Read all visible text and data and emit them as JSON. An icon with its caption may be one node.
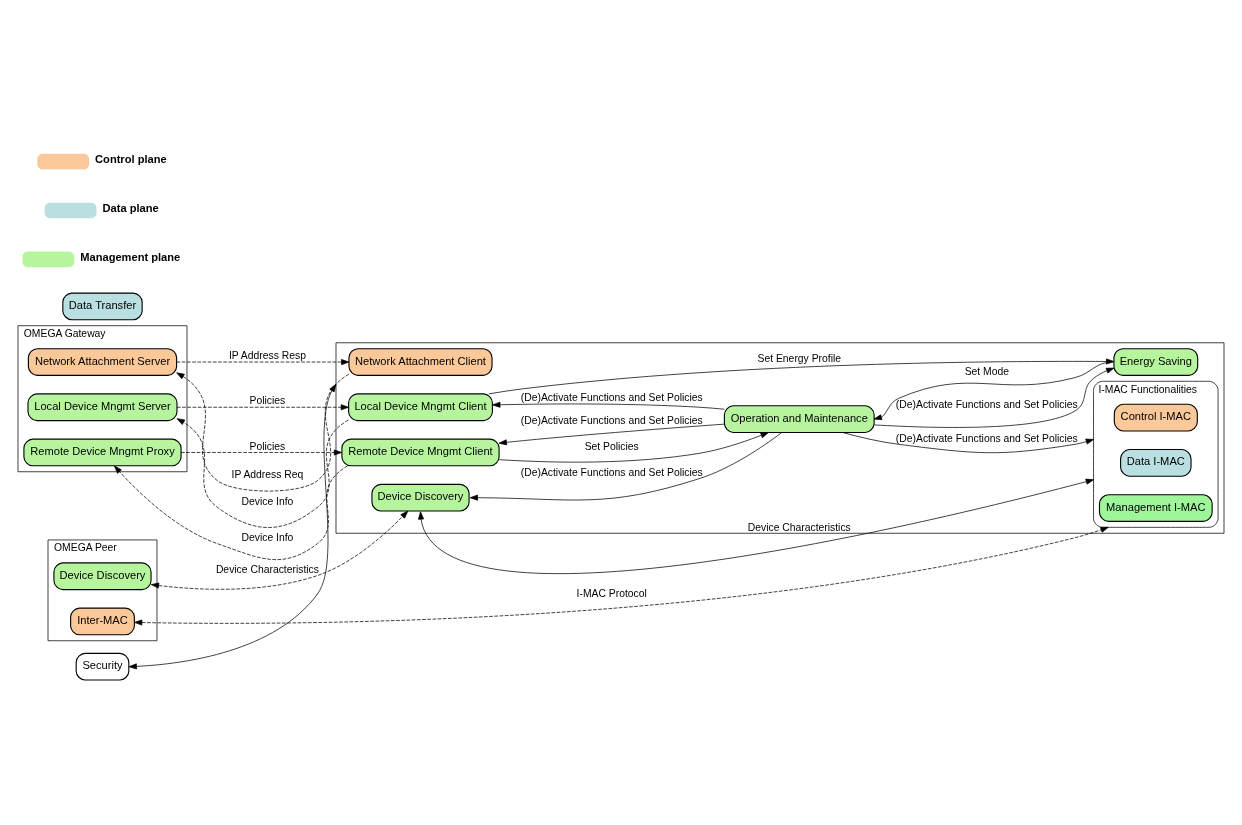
{
  "diagram": {
    "nodes": [
      {
        "text": [
          "OMEGA Gateway"
        ]
      },
      {
        "text": [
          "Network Attachment Server"
        ],
        "in": 0
      },
      {
        "text": [
          "Local Device Mngmt Server"
        ],
        "in": 0
      },
      {
        "text": [
          "Remote Device Mngmt Proxy"
        ],
        "in": 0
      },
      {
        "text": [
          "OMEGA Peer"
        ]
      },
      {
        "text": [
          "Device Discovery"
        ],
        "in": 4
      },
      {
        "text": [
          "Inter-MAC"
        ],
        "in": 4
      },
      {
        "text": [
          "Security"
        ]
      },
      {
        "text": [
          "Data Transfer"
        ]
      },
      {
        "text": [],
        "shape": "box"
      },
      {
        "text": [
          "Network Attachment Client"
        ],
        "in": 9
      },
      {
        "text": [
          "Local Device Mngmt Client"
        ],
        "in": 9
      },
      {
        "text": [
          "Energy Saving"
        ],
        "in": 9
      },
      {
        "text": [
          "Remote Device Mngmt Client"
        ],
        "in": 9
      },
      {
        "text": [
          "Operation and Maintenance"
        ],
        "in": 9
      },
      {
        "text": [
          "Device Discovery"
        ],
        "in": 9
      },
      {
        "text": [
          "I-MAC Functionalities"
        ],
        "in": 9
      },
      {
        "text": [
          "Control I-MAC"
        ],
        "in": 16
      },
      {
        "text": [
          "Data I-MAC"
        ],
        "in": 16
      },
      {
        "text": [
          "Management I-MAC"
        ],
        "in": 16
      }
    ],
    "edges": [
      {
        "from": 10,
        "to": 1,
        "arrow": "to",
        "label": "IP Address Req",
        "style": "dashed"
      },
      {
        "from": 1,
        "to": 10,
        "arrow": "to",
        "label": "IP Address Resp",
        "style": "dashed"
      },
      {
        "from": 2,
        "to": 11,
        "arrow": "to",
        "label": "Policies",
        "style": "dashed"
      },
      {
        "from": 11,
        "to": 2,
        "arrow": "to",
        "label": "Device Info",
        "style": "dashed"
      },
      {
        "from": 3,
        "to": 13,
        "arrow": "to",
        "label": "Policies",
        "style": "dashed"
      },
      {
        "from": 13,
        "to": 3,
        "arrow": "to",
        "label": "Device Info",
        "style": "dashed"
      },
      {
        "from": 11,
        "to": 12,
        "arrow": "to",
        "label": "Set Energy Profile"
      },
      {
        "from": 14,
        "to": 11,
        "arrow": "to",
        "label": "(De)Activate Functions and Set Policies"
      },
      {
        "from": 13,
        "to": 14,
        "arrow": "to",
        "label": "Set Policies"
      },
      {
        "from": 14,
        "to": 13,
        "arrow": "to",
        "label": "(De)Activate Functions and Set Policies"
      },
      {
        "from": 14,
        "to": 12,
        "arrow": "to",
        "label": "(De)Activate Functions and Set Policies"
      },
      {
        "from": 12,
        "to": 14,
        "arrow": "to",
        "label": "Set Mode"
      },
      {
        "from": 14,
        "to": 15,
        "arrow": "to",
        "label": "(De)Activate Functions and Set Policies"
      },
      {
        "from": 14,
        "to": 16,
        "arrow": "to",
        "label": "(De)Activate Functions and Set Policies"
      },
      {
        "from": 5,
        "to": 15,
        "arrow": "both",
        "label": "Device Characteristics",
        "style": "dashed"
      },
      {
        "from": 15,
        "to": 16,
        "arrow": "both",
        "label": "Device Characteristics"
      },
      {
        "from": 6,
        "to": 16,
        "arrow": "both",
        "label": "I-MAC Protocol",
        "style": "dashed"
      },
      {
        "from": 9,
        "to": 7,
        "arrow": "both"
      }
    ],
    "legend": [
      {
        "text": "Control plane",
        "color": "#fbc89a"
      },
      {
        "text": "Data plane",
        "color": "#b9dfe0"
      },
      {
        "text": "Management plane",
        "color": "#b6f59e"
      }
    ]
  }
}
